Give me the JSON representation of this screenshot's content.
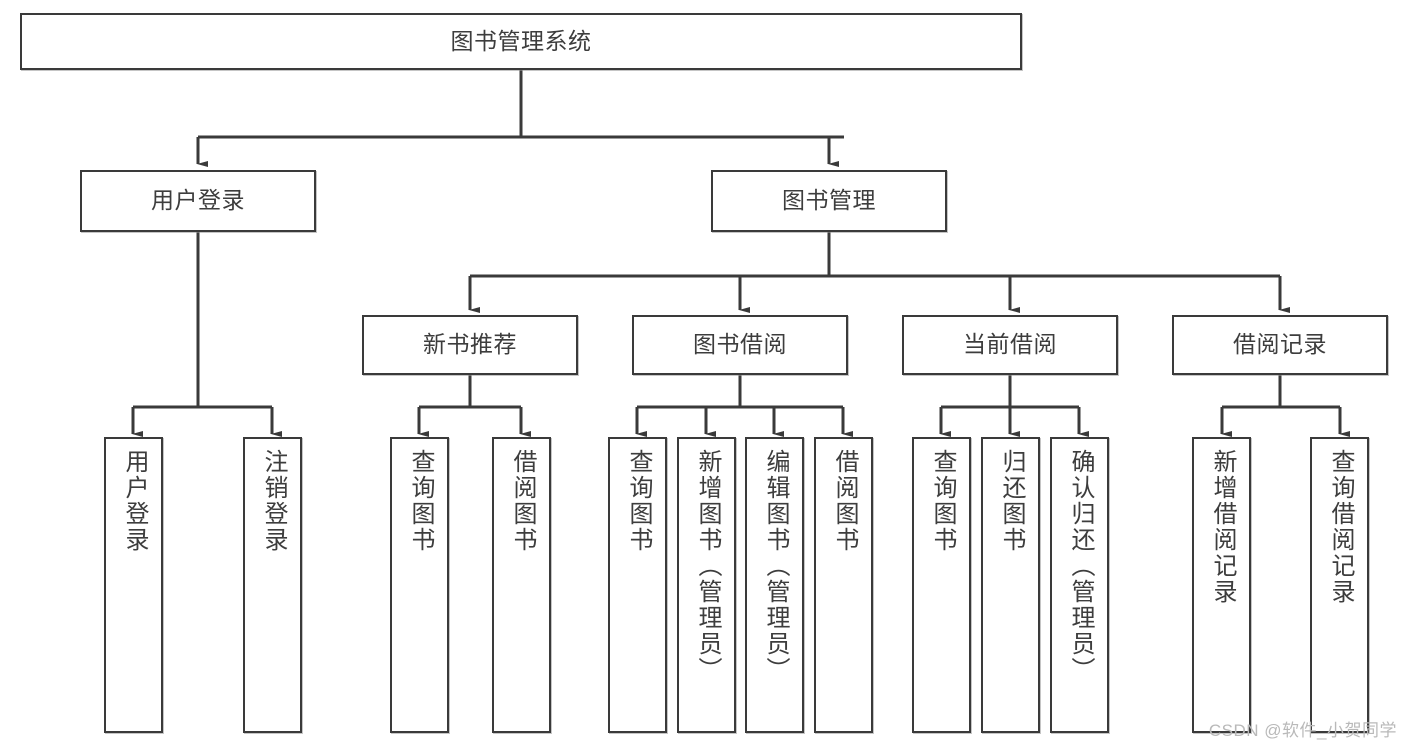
{
  "diagram": {
    "title": "图书管理系统",
    "watermark": "CSDN @软件_小贺同学",
    "colors": {
      "stroke": "#3a3a3a",
      "text": "#3d3d3d",
      "background": "#ffffff",
      "watermark": "#b9b9b9"
    },
    "levels": {
      "root": {
        "label": "图书管理系统"
      },
      "level2": [
        {
          "label": "用户登录"
        },
        {
          "label": "图书管理"
        }
      ],
      "level3": [
        {
          "label": "新书推荐"
        },
        {
          "label": "图书借阅"
        },
        {
          "label": "当前借阅"
        },
        {
          "label": "借阅记录"
        }
      ],
      "leaves": [
        {
          "label": "用户登录",
          "parent": "用户登录"
        },
        {
          "label": "注销登录",
          "parent": "用户登录"
        },
        {
          "label": "查询图书",
          "parent": "新书推荐"
        },
        {
          "label": "借阅图书",
          "parent": "新书推荐"
        },
        {
          "label": "查询图书",
          "parent": "图书借阅"
        },
        {
          "label": "新增图书（管理员）",
          "parent": "图书借阅"
        },
        {
          "label": "编辑图书（管理员）",
          "parent": "图书借阅"
        },
        {
          "label": "借阅图书",
          "parent": "图书借阅"
        },
        {
          "label": "查询图书",
          "parent": "当前借阅"
        },
        {
          "label": "归还图书",
          "parent": "当前借阅"
        },
        {
          "label": "确认归还（管理员）",
          "parent": "当前借阅"
        },
        {
          "label": "新增借阅记录",
          "parent": "借阅记录"
        },
        {
          "label": "查询借阅记录",
          "parent": "借阅记录"
        }
      ]
    }
  }
}
